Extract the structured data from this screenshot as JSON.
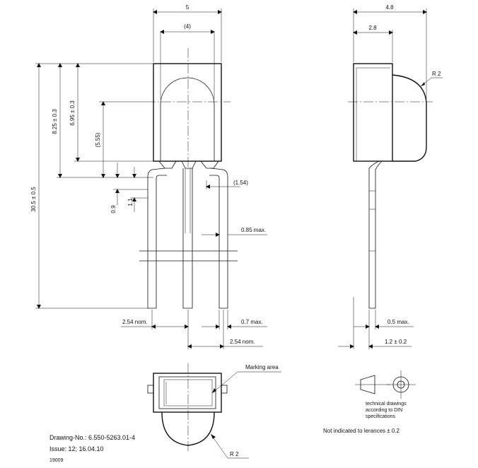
{
  "front_view": {
    "dims": {
      "width_total": "5",
      "width_inner": "(4)",
      "height_825": "8.25 ± 0.3",
      "height_695": "6.95 ± 0.3",
      "height_555": "(5.55)",
      "lead_spacing": "(1.54)",
      "total_height": "30.5 ± 0.5",
      "h_09": "0.9",
      "h_11": "1.1",
      "lead_width": "0.85 max.",
      "pitch_left": "2.54 nom.",
      "lead_thk": "0.7 max.",
      "pitch_right": "2.54 nom."
    }
  },
  "side_view": {
    "dims": {
      "depth_total": "4.8",
      "depth_body": "2.8",
      "radius": "R 2",
      "lead_thk": "0.5 max.",
      "lead_offset": "1.2 ± 0.2"
    }
  },
  "top_view": {
    "marking_area": "Marking area",
    "radius": "R 2"
  },
  "symbol": {
    "line1": "technical drawings",
    "line2": "according to DIN",
    "line3": "specifications"
  },
  "notes": {
    "tolerance": "Not indicated to lerances ± 0.2",
    "drawing_no": "Drawing-No.: 6.550-5263.01-4",
    "issue": "Issue: 12;   16.04.10",
    "code": "19009"
  }
}
